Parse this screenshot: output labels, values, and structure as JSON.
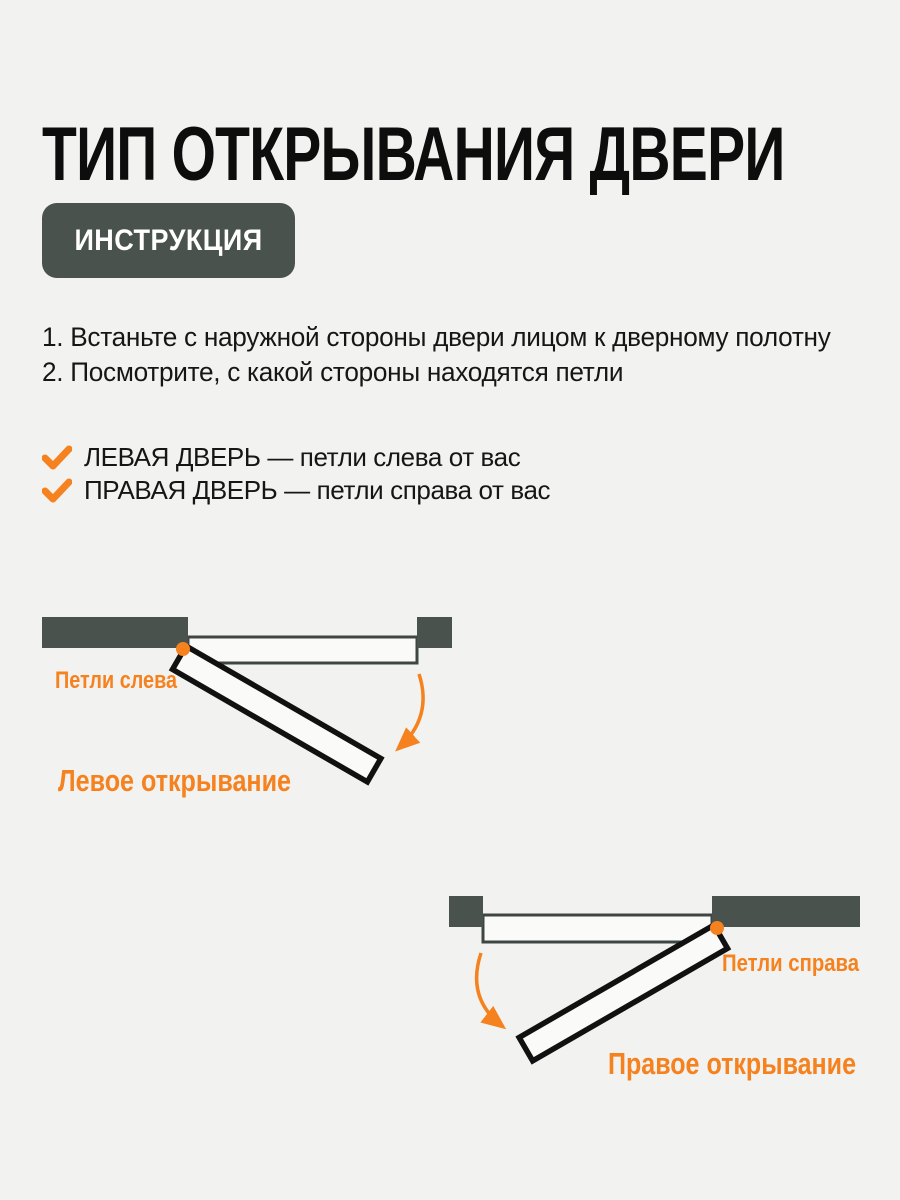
{
  "title": "ТИП ОТКРЫВАНИЯ ДВЕРИ",
  "badge": {
    "label": "ИНСТРУКЦИЯ"
  },
  "instructions": {
    "items": [
      "1. Встаньте с наружной стороны двери лицом к дверному полотну",
      "2. Посмотрите, с какой стороны находятся петли"
    ]
  },
  "checklist": {
    "items": [
      {
        "label": "ЛЕВАЯ ДВЕРЬ — петли слева от вас"
      },
      {
        "label": "ПРАВАЯ ДВЕРЬ — петли справа от вас"
      }
    ]
  },
  "diagrams": {
    "left": {
      "hinge_label": "Петли слева",
      "caption": "Левое открывание"
    },
    "right": {
      "hinge_label": "Петли справа",
      "caption": "Правое открывание"
    }
  },
  "colors": {
    "background": "#f2f2f0",
    "accent_orange": "#f5821f",
    "wall_dark": "#4a524d",
    "frame_outline": "#3e4643",
    "door_outline": "#111111",
    "text": "#161616"
  }
}
